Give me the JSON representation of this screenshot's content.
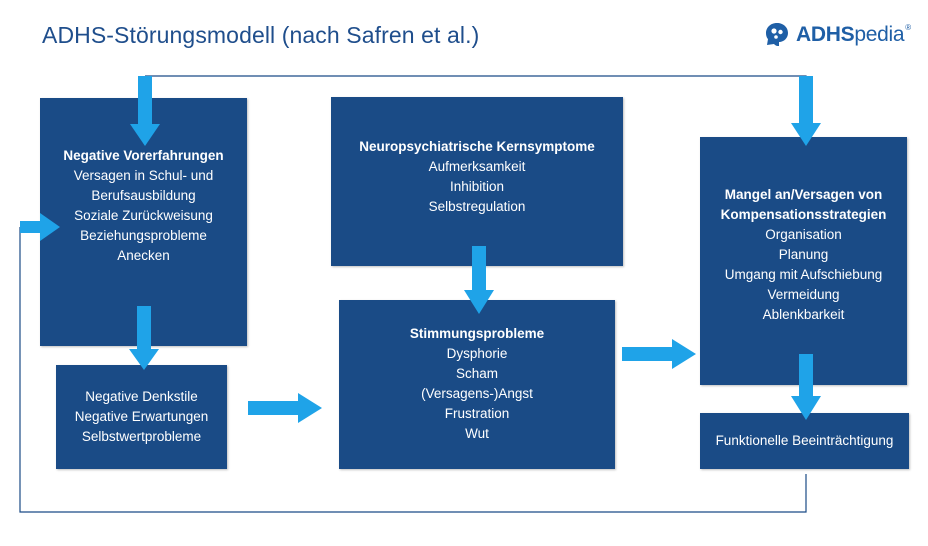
{
  "title": "ADHS-Störungsmodell (nach Safren et al.)",
  "logo": {
    "bold": "ADHS",
    "light": "pedia",
    "reg": "®"
  },
  "colors": {
    "box": "#1a4b86",
    "arrow": "#1fa3e8",
    "frame": "#1a4b86",
    "title": "#1f4e8c"
  },
  "boxes": {
    "negative_experiences": {
      "heading": "Negative Vorerfahrungen",
      "items": [
        "Versagen in Schul- und",
        "Berufsausbildung",
        "Soziale Zurückweisung",
        "Beziehungsprobleme",
        "Anecken"
      ]
    },
    "negative_thinking": {
      "items": [
        "Negative Denkstile",
        "Negative Erwartungen",
        "Selbstwertprobleme"
      ]
    },
    "core_symptoms": {
      "heading": "Neuropsychiatrische Kernsymptome",
      "items": [
        "Aufmerksamkeit",
        "Inhibition",
        "Selbstregulation"
      ]
    },
    "mood_problems": {
      "heading": "Stimmungsprobleme",
      "items": [
        "Dysphorie",
        "Scham",
        "(Versagens-)Angst",
        "Frustration",
        "Wut"
      ]
    },
    "compensation": {
      "heading": "Mangel an/Versagen von",
      "heading2": "Kompensationsstrategien",
      "items": [
        "Organisation",
        "Planung",
        "Umgang mit Aufschiebung",
        "Vermeidung",
        "Ablenkbarkeit"
      ]
    },
    "impairment": {
      "items": [
        "Funktionelle Beeinträchtigung"
      ]
    }
  }
}
